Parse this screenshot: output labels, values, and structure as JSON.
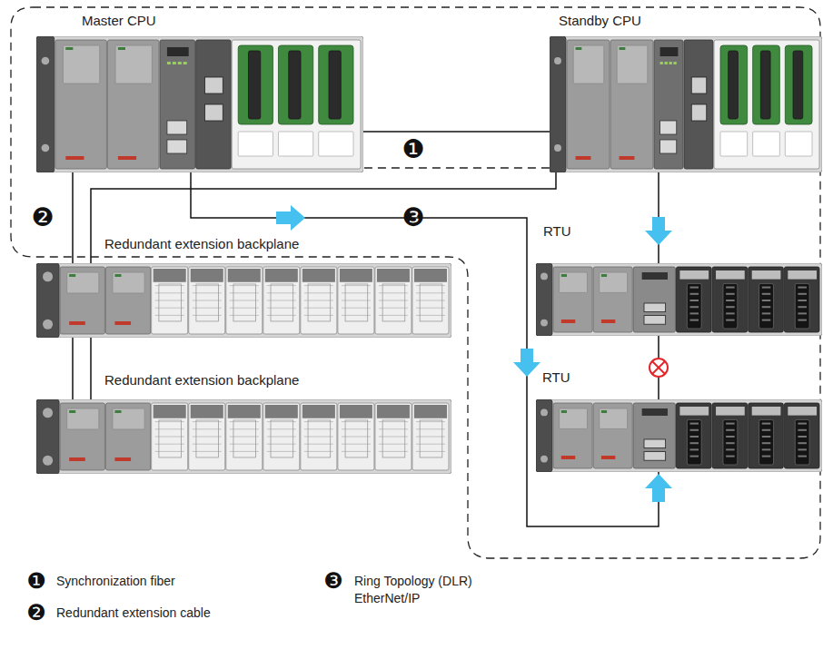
{
  "diagram": {
    "nodes": [
      {
        "text": [
          "Master CPU"
        ]
      },
      {
        "text": [
          "Standby CPU"
        ]
      },
      {
        "text": [
          "Redundant extension backplane"
        ]
      },
      {
        "text": [
          "Redundant extension backplane"
        ]
      },
      {
        "text": [
          "RTU"
        ]
      },
      {
        "text": [
          "RTU"
        ]
      }
    ],
    "edges": [
      {
        "from": 0,
        "to": 1,
        "arrow": "none"
      },
      {
        "from": 0,
        "to": 2,
        "arrow": "none"
      },
      {
        "from": 1,
        "to": 2,
        "arrow": "none"
      },
      {
        "from": 2,
        "to": 3,
        "arrow": "none"
      },
      {
        "from": 2,
        "to": 3,
        "arrow": "none"
      },
      {
        "from": 1,
        "to": 4,
        "arrow": "none"
      },
      {
        "from": 0,
        "to": 5,
        "arrow": "none"
      },
      {
        "from": 4,
        "to": 5,
        "arrow": "none"
      }
    ],
    "labels": [
      "❶",
      "❷",
      "❸",
      "❶",
      "❸",
      "❷"
    ],
    "legend": [
      {
        "text": "Synchronization fiber"
      },
      {
        "text": "Redundant extension cable"
      },
      {
        "text": "Ring Topology (DLR) EtherNet/IP"
      }
    ]
  }
}
